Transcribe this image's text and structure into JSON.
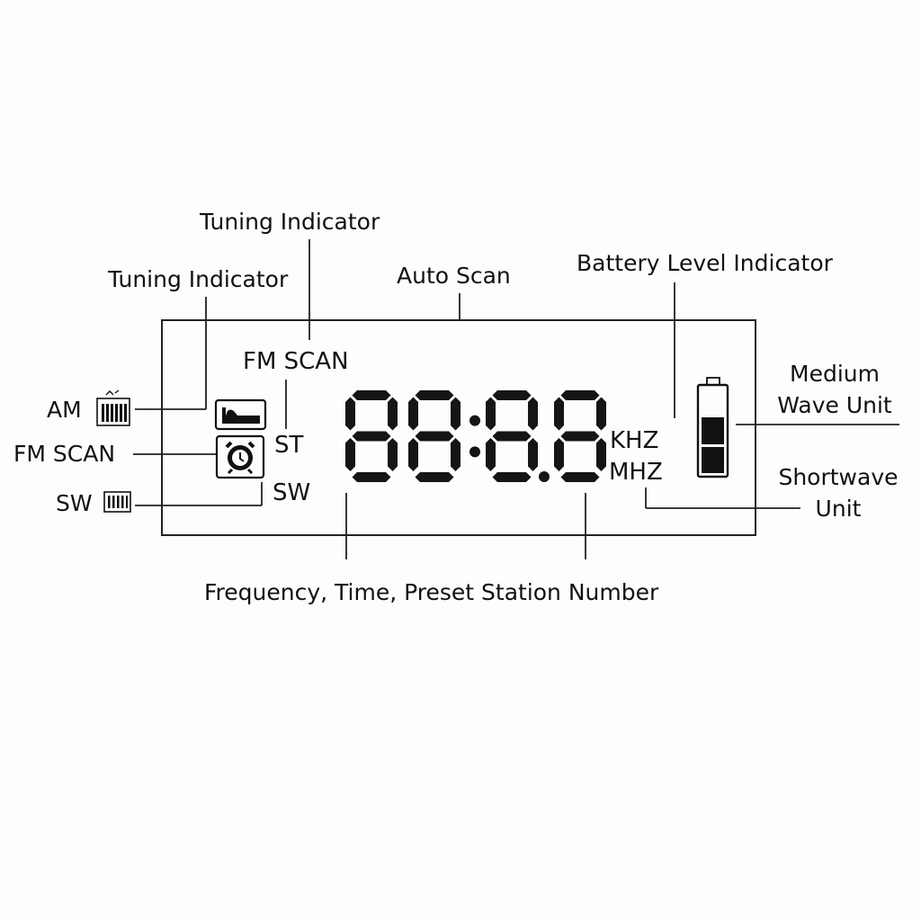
{
  "labels": {
    "tuning_indicator_top": "Tuning Indicator",
    "tuning_indicator_left": "Tuning Indicator",
    "auto_scan": "Auto Scan",
    "battery_level_indicator": "Battery Level Indicator",
    "medium_wave_unit_line1": "Medium",
    "medium_wave_unit_line2": "Wave Unit",
    "shortwave_unit_line1": "Shortwave",
    "shortwave_unit_line2": "Unit",
    "frequency_time_preset": "Frequency, Time, Preset Station Number",
    "am": "AM",
    "fm_scan_left": "FM SCAN",
    "sw_left": "SW"
  },
  "lcd": {
    "fm_scan": "FM SCAN",
    "st": "ST",
    "sw": "SW",
    "khz": "KHZ",
    "mhz": "MHZ",
    "digits": "88:8.8"
  },
  "icons": {
    "signal": "signal-bars-icon",
    "sleep": "bed-icon",
    "alarm": "alarm-clock-icon",
    "battery": "battery-icon"
  },
  "battery": {
    "level_segments_filled": 2,
    "level_segments_total": 3
  },
  "colors": {
    "ink": "#111111",
    "segment": "#151515",
    "background": "#fdfdfd"
  }
}
